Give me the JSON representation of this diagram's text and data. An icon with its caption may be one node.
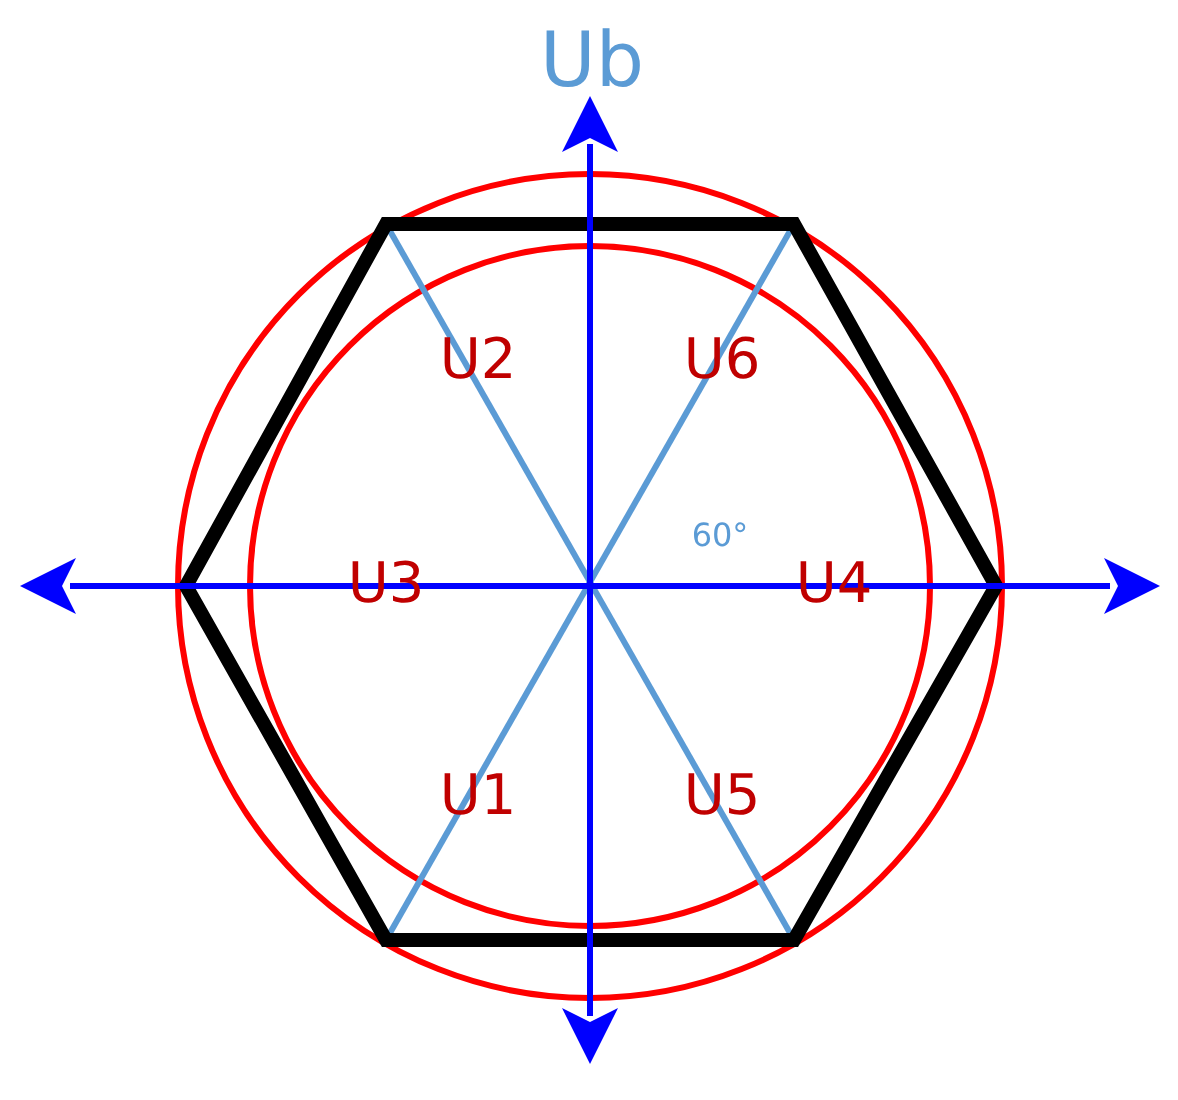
{
  "diagram": {
    "labels": [
      "Ub",
      "U2",
      "U6",
      "60°",
      "U3",
      "U4",
      "U1",
      "U5"
    ]
  }
}
